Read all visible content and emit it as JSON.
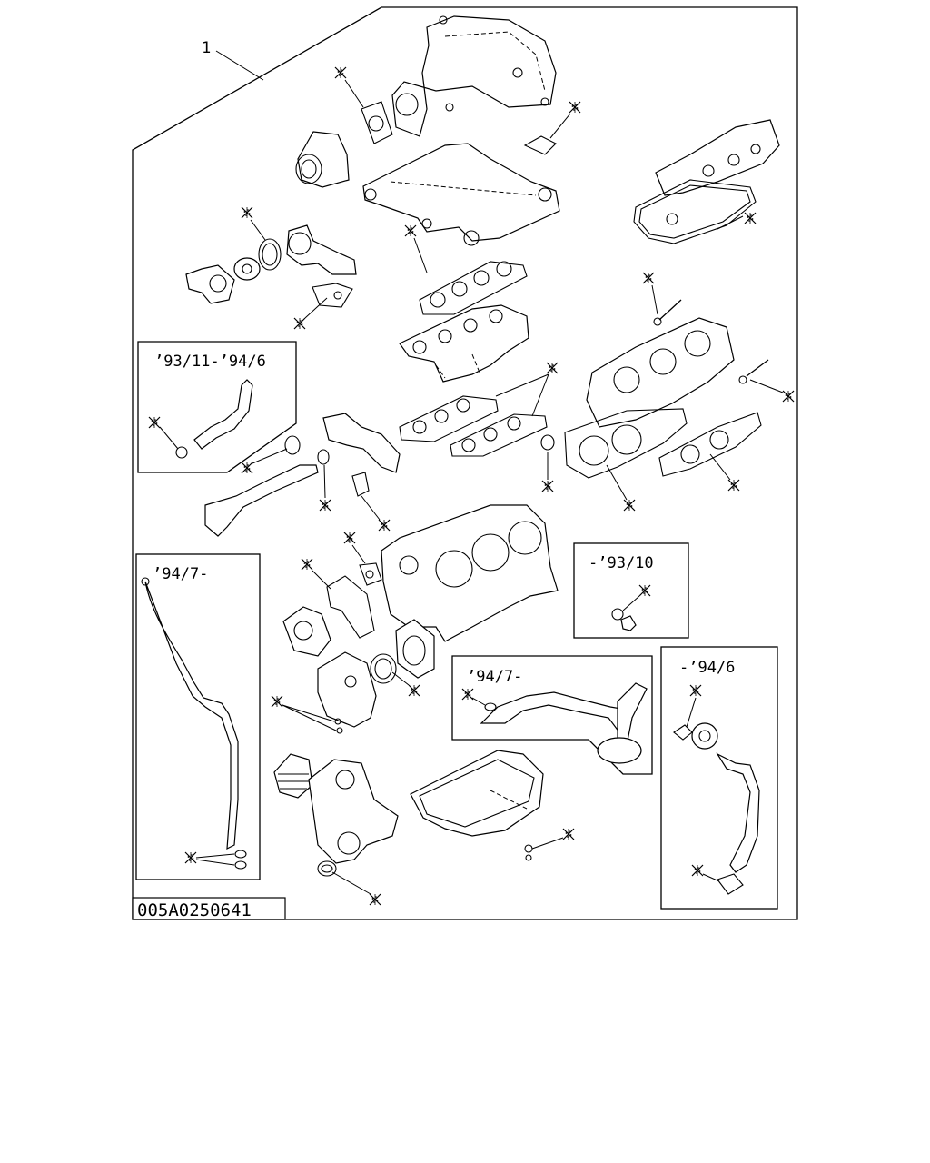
{
  "callout": "1",
  "figure_code": "005A0250641",
  "gasket_mark": "※",
  "insets": {
    "topleft": "’93/11-’94/6",
    "dipstick": "’94/7-",
    "midright": "-’93/10",
    "oilpickup": "’94/7-",
    "egr": "-’94/6"
  }
}
